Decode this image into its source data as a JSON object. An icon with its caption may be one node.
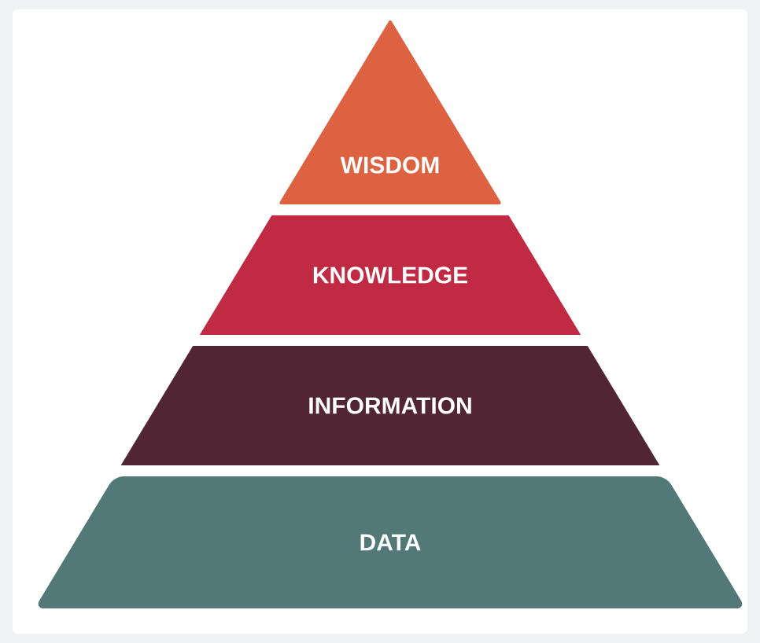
{
  "diagram": {
    "nodes": [
      {
        "text": [
          "WISDOM"
        ]
      },
      {
        "text": [
          "KNOWLEDGE"
        ]
      },
      {
        "text": [
          "INFORMATION"
        ]
      },
      {
        "text": [
          "DATA"
        ]
      }
    ]
  }
}
